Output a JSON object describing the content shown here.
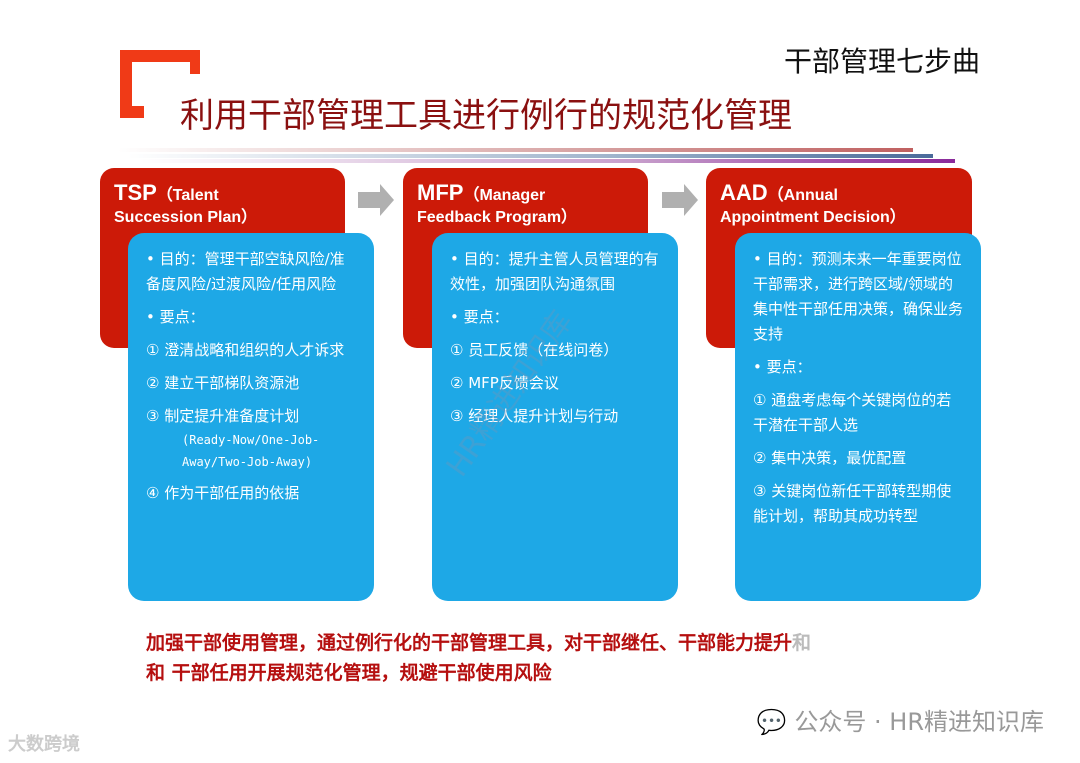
{
  "header": {
    "subtitle": "干部管理七步曲",
    "title": "利用干部管理工具进行例行的规范化管理"
  },
  "colors": {
    "accent": "#f03a17",
    "card_header": "#cc1a08",
    "card_body": "#1ea8e6",
    "title": "#8a1010"
  },
  "steps": [
    {
      "abbr": "TSP",
      "name_line1": "（Talent",
      "name_line2": "Succession Plan）",
      "purpose": "• 目的：管理干部空缺风险/准备度风险/过渡风险/任用风险",
      "points_label": "• 要点：",
      "points": [
        "① 澄清战略和组织的人才诉求",
        "② 建立干部梯队资源池",
        "③ 制定提升准备度计划",
        "④ 作为干部任用的依据"
      ],
      "note": "(Ready-Now/One-Job-Away/Two-Job-Away)"
    },
    {
      "abbr": "MFP",
      "name_line1": "（Manager",
      "name_line2": "Feedback Program）",
      "purpose": "• 目的：提升主管人员管理的有效性，加强团队沟通氛围",
      "points_label": "• 要点：",
      "points": [
        "① 员工反馈（在线问卷）",
        "② MFP反馈会议",
        "③ 经理人提升计划与行动"
      ]
    },
    {
      "abbr": "AAD",
      "name_line1": "（Annual",
      "name_line2": "Appointment Decision）",
      "purpose": "• 目的：预测未来一年重要岗位干部需求，进行跨区域/领域的集中性干部任用决策，确保业务支持",
      "points_label": "• 要点：",
      "points": [
        "① 通盘考虑每个关键岗位的若干潜在干部人选",
        "② 集中决策，最优配置",
        "③ 关键岗位新任干部转型期使能计划，帮助其成功转型"
      ]
    }
  ],
  "summary": {
    "line1": "加强干部使用管理，通过例行化的干部管理工具，对干部继任、干部能力提升",
    "line1_fade": "和",
    "line2": "和 干部任用开展规范化管理，规避干部使用风险"
  },
  "watermarks": {
    "main": "公众号 · HR精进知识库",
    "left": "大数跨境",
    "diagonal": "HR精进知识库"
  }
}
